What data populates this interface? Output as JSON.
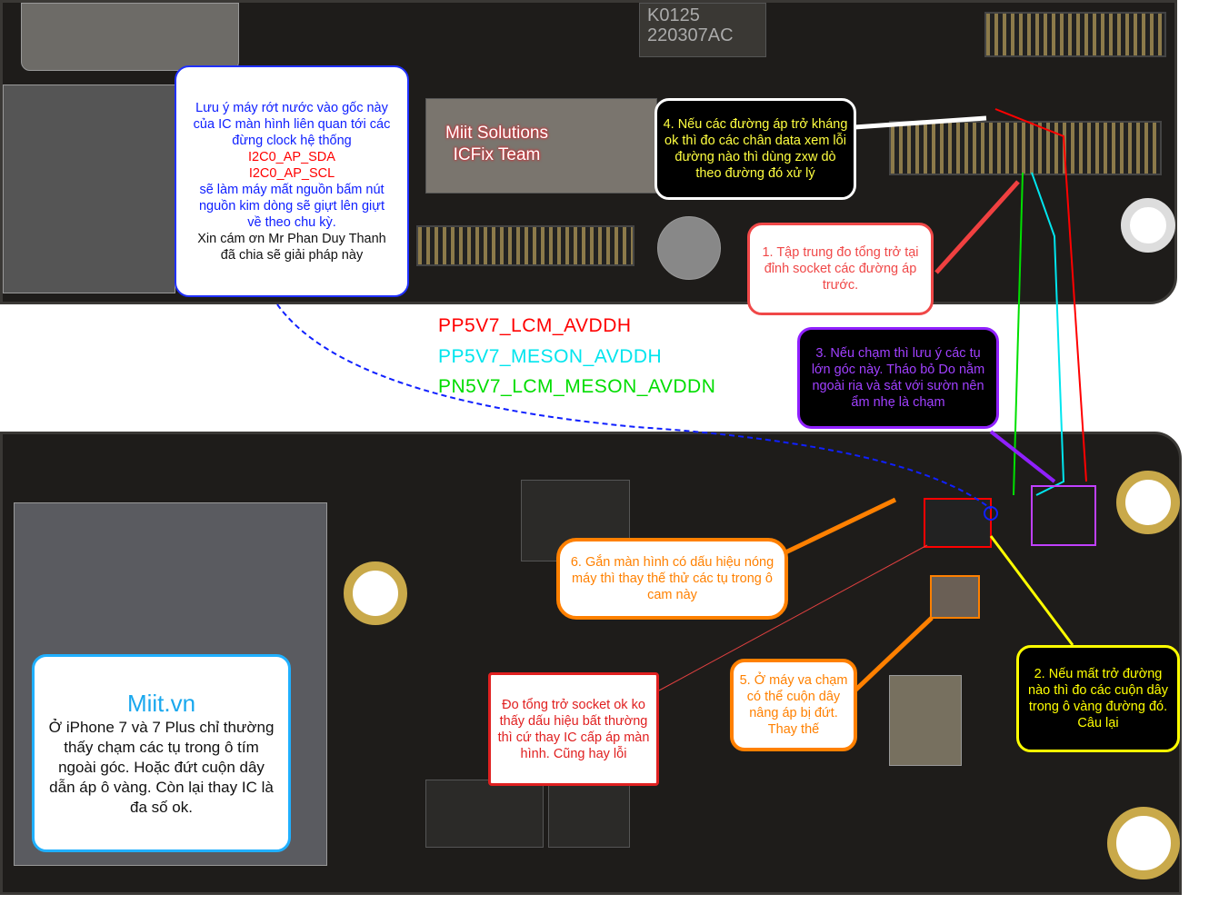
{
  "watermark": [
    "Miit Solutions",
    "ICFix Team"
  ],
  "chip_labels": {
    "top_chip": "220307AC",
    "top_chip2": "K0125"
  },
  "signals": [
    {
      "name": "PP5V7_LCM_AVDDH",
      "color": "#ff0000"
    },
    {
      "name": "PP5V7_MESON_AVDDH",
      "color": "#00e5ee"
    },
    {
      "name": "PN5V7_LCM_MESON_AVDDN",
      "color": "#00dd00"
    }
  ],
  "note_water": {
    "line1": "Lưu ý máy rớt nước vào gốc này",
    "line2": "của IC màn hình liên quan tới các",
    "line3": "đừng clock hệ thống",
    "sda": "I2C0_AP_SDA",
    "scl": "I2C0_AP_SCL",
    "line4": "sẽ làm máy mất nguồn bấm nút",
    "line5": "nguồn kim dòng sẽ giựt lên giựt",
    "line6": "về theo chu kỳ.",
    "thanks1": "Xin cám ơn Mr Phan Duy Thanh",
    "thanks2": "đã chia sẽ giải pháp này"
  },
  "step1": "1. Tập trung đo tổng trở tại đỉnh socket các đường áp trước.",
  "step2": "2. Nếu mất trở đường nào thì đo các cuộn dây trong ô vàng đường đó. Câu lại",
  "step3": "3. Nếu chạm thì lưu ý các tụ lớn góc này. Tháo bỏ Do nằm ngoài ria và sát với sườn nên ẩm nhẹ là chạm",
  "step4": "4. Nếu các đường áp trở kháng ok thì đo các chân data xem lỗi đường nào thì dùng zxw dò theo đường đó xử lý",
  "step5": "5. Ở máy va chạm có thể cuộn dây nâng áp bị đứt. Thay thế",
  "step6": "6. Gắn màn hình có dấu hiệu nóng máy thì thay thế thử các tụ trong ô cam này",
  "note_ic": "Đo tổng trở socket ok ko thấy dấu hiệu bất thường thì cứ thay IC cấp áp màn hình. Cũng hay lỗi",
  "miit": {
    "title": "Miit.vn",
    "body": "Ở iPhone 7 và 7 Plus chỉ thường thấy chạm các tụ trong ô tím ngoài góc. Hoặc đứt cuộn dây dẫn áp ô vàng. Còn lại thay IC là đa số ok."
  }
}
